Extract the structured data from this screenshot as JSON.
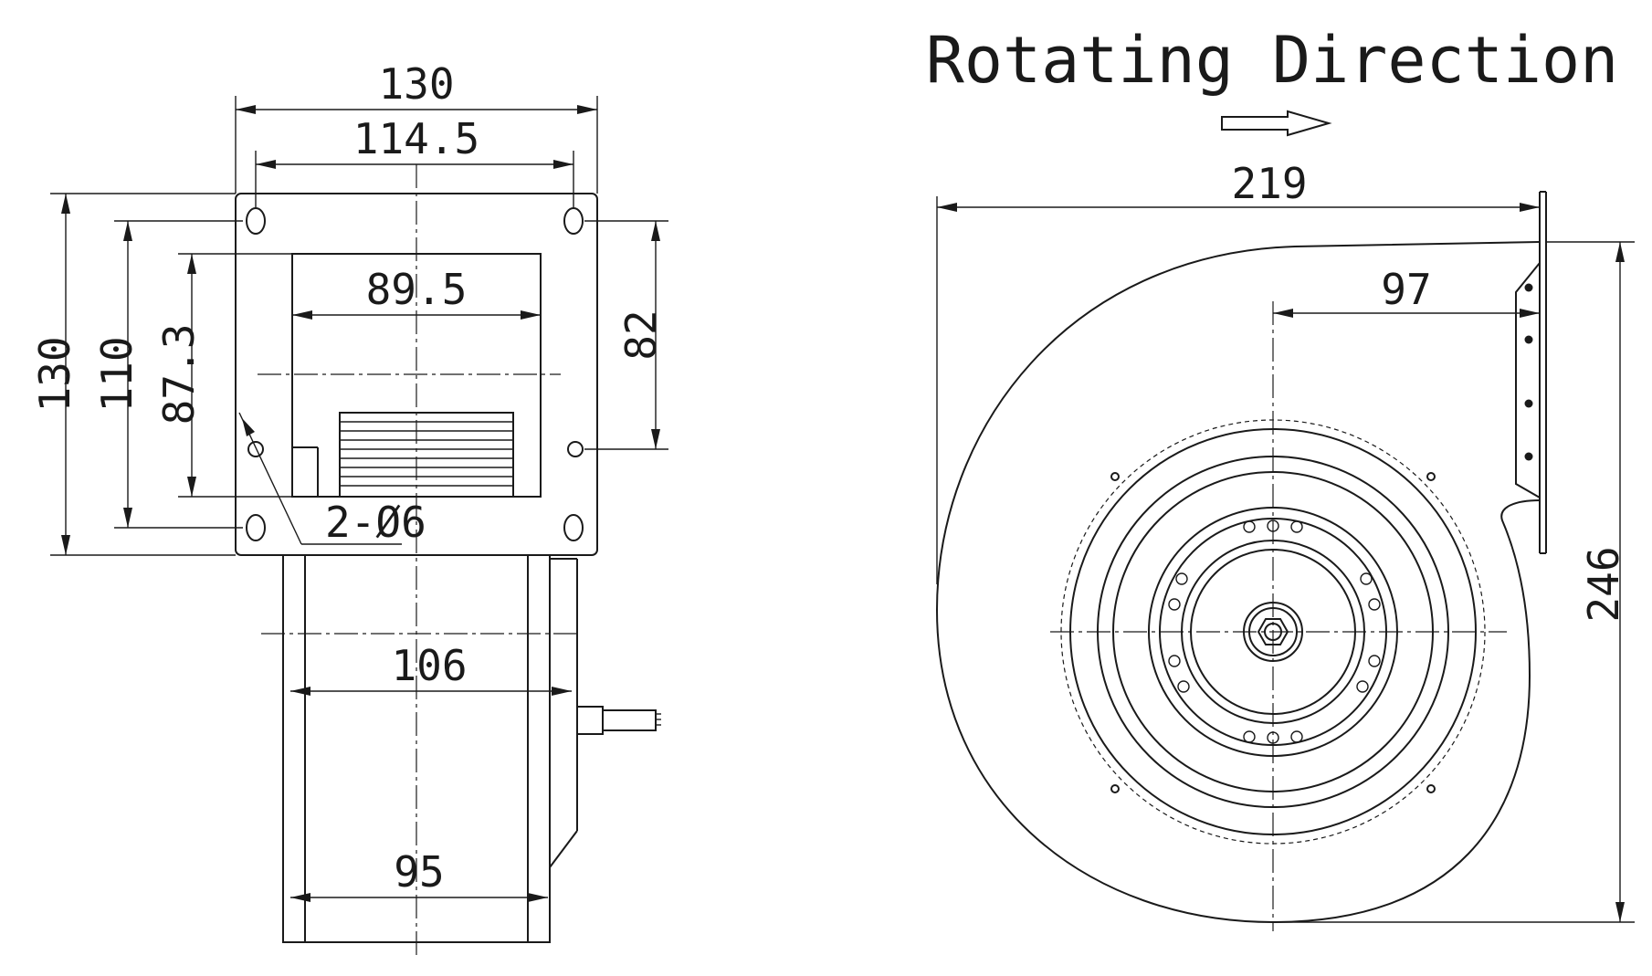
{
  "title": "Rotating Direction",
  "front_view": {
    "dims": {
      "overall_width": "130",
      "hole_spacing_width": "114.5",
      "outlet_width": "89.5",
      "overall_height": "130",
      "hole_spacing_height": "110",
      "outlet_height": "87.3",
      "right_hole_spacing": "82",
      "hole_callout": "2-Ø6",
      "body_width": "106",
      "base_width": "95"
    }
  },
  "side_view": {
    "dims": {
      "overall_width": "219",
      "center_to_flange": "97",
      "overall_height": "246"
    }
  }
}
